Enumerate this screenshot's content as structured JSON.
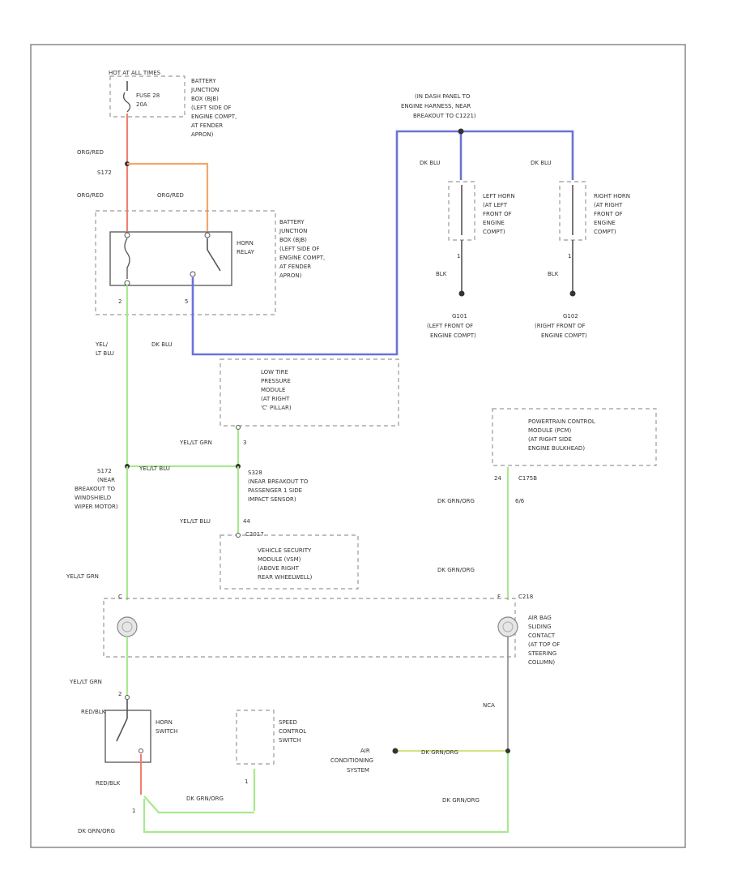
{
  "frame_caption": "",
  "hot_at_all_times": "HOT AT ALL TIMES",
  "fuse": {
    "name": "FUSE 28",
    "rating": "20A"
  },
  "bjb_top": [
    "BATTERY",
    "JUNCTION",
    "BOX (BJB)",
    "(LEFT SIDE OF",
    "ENGINE COMPT,",
    "AT FENDER",
    "APRON)"
  ],
  "s172_top": "S172",
  "wire_org_red": "ORG/RED",
  "horn_relay": {
    "name": [
      "HORN",
      "RELAY"
    ],
    "pin_left": "2",
    "pin_right": "5"
  },
  "bjb_relay": [
    "BATTERY",
    "JUNCTION",
    "BOX (BJB)",
    "(LEFT SIDE OF",
    "ENGINE COMPT,",
    "AT FENDER",
    "APRON)"
  ],
  "in_dash": [
    "(IN DASH PANEL TO",
    "ENGINE HARNESS, NEAR",
    "BREAKOUT TO C1221)"
  ],
  "dk_blu": "DK BLU",
  "left_horn": [
    "LEFT HORN",
    "(AT LEFT",
    "FRONT OF",
    "ENGINE",
    "COMPT)"
  ],
  "right_horn": [
    "RIGHT HORN",
    "(AT RIGHT",
    "FRONT OF",
    "ENGINE",
    "COMPT)"
  ],
  "blk": "BLK",
  "pin_1": "1",
  "pin_2": "2",
  "g101": [
    "G101",
    "(LEFT FRONT OF",
    "ENGINE COMPT)"
  ],
  "g102": [
    "G102",
    "(RIGHT FRONT OF",
    "ENGINE COMPT)"
  ],
  "yel_lt_blu": [
    "YEL/",
    "LT BLU"
  ],
  "ltpm": [
    "LOW TIRE",
    "PRESSURE",
    "MODULE",
    "(AT RIGHT",
    "'C' PILLAR)"
  ],
  "yel_lt_grn_3": "YEL/LT GRN",
  "pin_3": "3",
  "s172_mid": [
    "S172",
    "(NEAR",
    "BREAKOUT TO",
    "WINDSHIELD",
    "WIPER MOTOR)"
  ],
  "yel_lt_blu_h": "YEL/LT BLU",
  "s328": [
    "S328",
    "(NEAR BREAKOUT TO",
    "PASSENGER 1 SIDE",
    "IMPACT SENSOR)"
  ],
  "yel_lt_blu_44": "YEL/LT BLU",
  "pin_44": "44",
  "vsm_conn": "C2017",
  "vsm": [
    "VEHICLE SECURITY",
    "MODULE (VSM)",
    "(ABOVE RIGHT",
    "REAR WHEELWELL)"
  ],
  "pcm": [
    "POWERTRAIN CONTROL",
    "MODULE (PCM)",
    "(AT RIGHT SIDE",
    "ENGINE BULKHEAD)"
  ],
  "pcm_pin": "24",
  "pcm_conn": "C175B",
  "dk_grn_org": "DK GRN/ORG",
  "pin_6": "6/6",
  "yel_lt_grn": "YEL/LT GRN",
  "conn_c218": "C218",
  "pin_c": "C",
  "pin_f": "F",
  "airbag": [
    "AIR BAG",
    "SLIDING",
    "CONTACT",
    "(AT TOP OF",
    "STEERING",
    "COLUMN)"
  ],
  "yel_lt_grn_sw": "YEL/LT GRN",
  "red_blk": "RED/BLK",
  "horn_switch": [
    "HORN",
    "SWITCH"
  ],
  "speed_control": [
    "SPEED",
    "CONTROL",
    "SWITCH"
  ],
  "ac_sys": [
    "AIR",
    "CONDITIONING",
    "SYSTEM"
  ],
  "nca": "NCA",
  "pin_speed": "1",
  "pin_horn": "1",
  "colors": {
    "red": "#f08070",
    "orange": "#f5a66e",
    "blue": "#6b73d6",
    "green": "#a8e890",
    "gray": "#888888",
    "yellow_green": "#d4e38a"
  }
}
